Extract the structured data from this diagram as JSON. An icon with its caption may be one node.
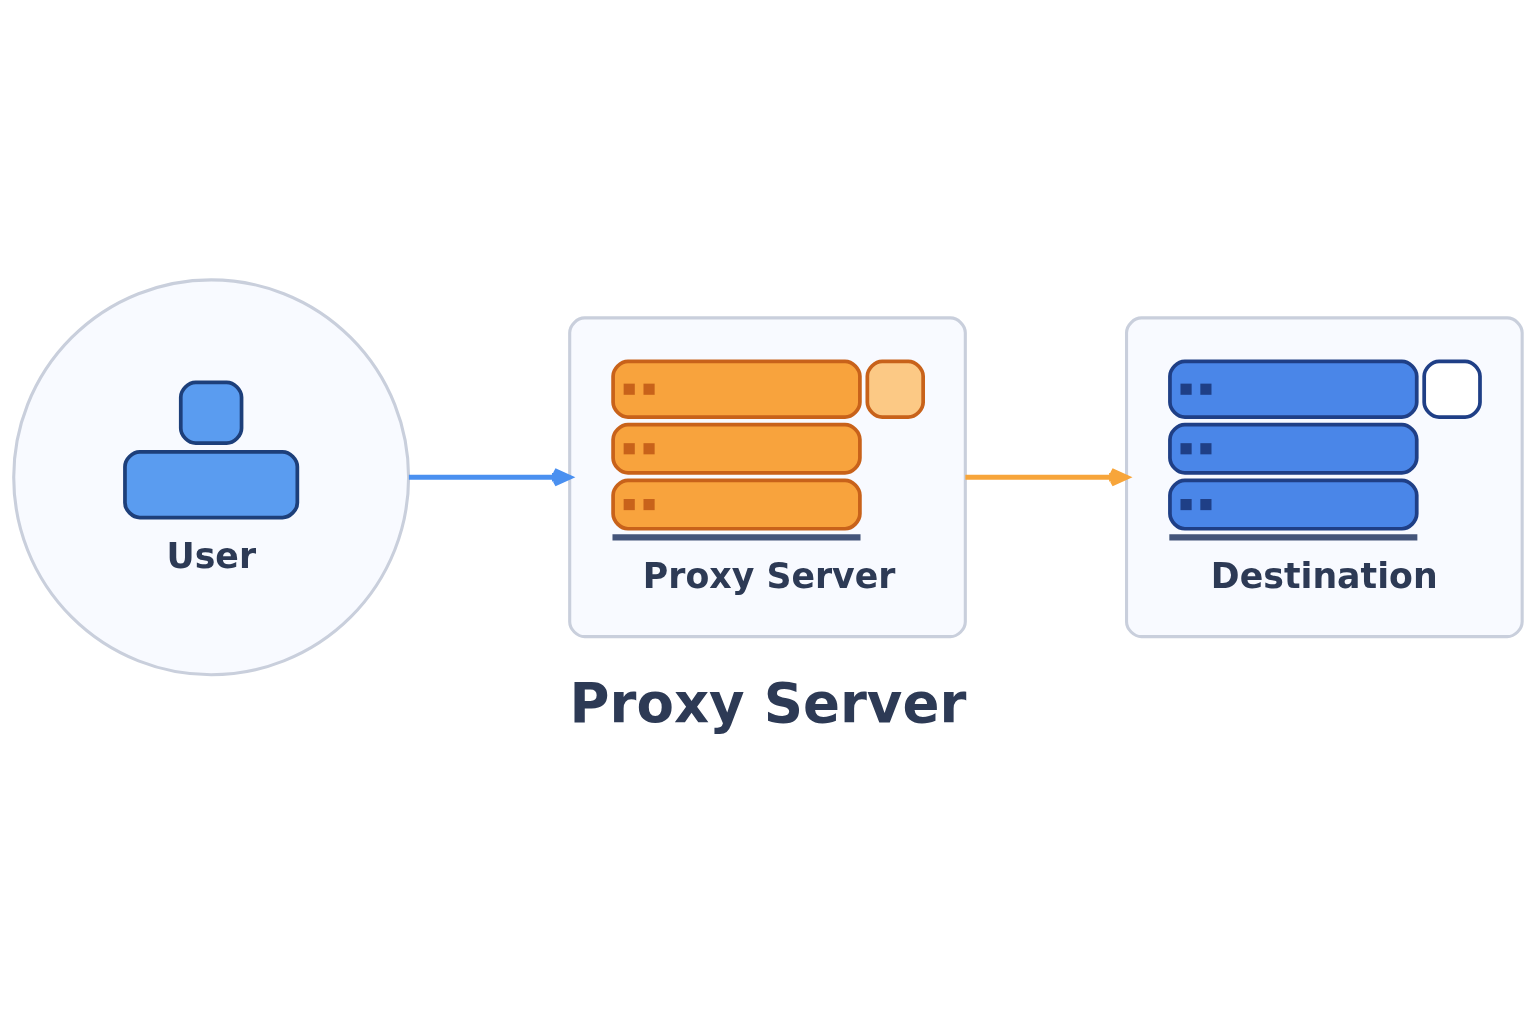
{
  "diagram": {
    "title": "Proxy Server",
    "nodes": [
      {
        "text": [
          "User"
        ]
      },
      {
        "text": [
          "Proxy Server"
        ]
      },
      {
        "text": [
          "Destination"
        ]
      }
    ],
    "edges": [
      {
        "from": 0,
        "to": 1,
        "arrow": "to",
        "color": "#4a90f0"
      },
      {
        "from": 1,
        "to": 2,
        "arrow": "to",
        "color": "#f7a53a"
      }
    ]
  }
}
